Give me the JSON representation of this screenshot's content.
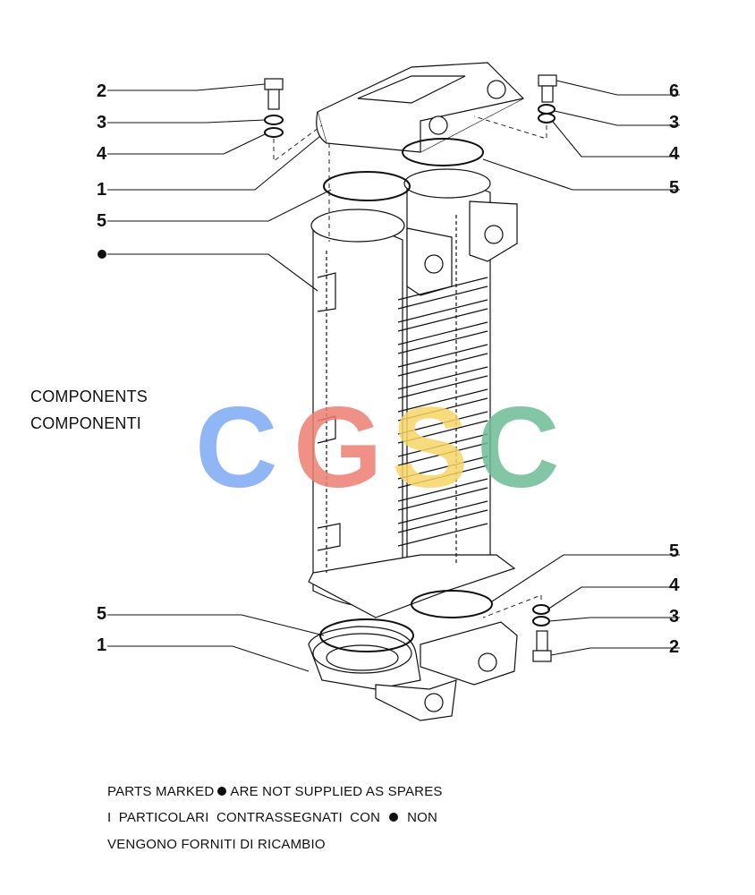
{
  "section": {
    "title_en": "COMPONENTS",
    "title_it": "COMPONENTI"
  },
  "callouts": {
    "bolt_top_left": "2",
    "washer_top_left": "3",
    "lockwasher_top_left": "4",
    "cover_top": "1",
    "gasket_top_left": "5",
    "bolt_top_right": "6",
    "washer_top_right": "3",
    "lockwasher_top_right": "4",
    "gasket_top_right": "5",
    "gasket_bottom_right": "5",
    "lockwasher_bottom_right": "4",
    "washer_bottom_right": "3",
    "bolt_bottom_right": "2",
    "gasket_bottom_left": "5",
    "cover_bottom": "1"
  },
  "notes": {
    "line1_before": "PARTS MARKED",
    "line1_after": "ARE NOT SUPPLIED AS SPARES",
    "line2_before": "I PARTICOLARI CONTRASSEGNATI CON",
    "line2_after": "NON",
    "line3": "VENGONO FORNITI DI RICAMBIO"
  },
  "watermark": {
    "text": "CGSC",
    "colors": [
      "#7eaaf5",
      "#ee7e73",
      "#f7d567",
      "#6dbd96"
    ]
  }
}
